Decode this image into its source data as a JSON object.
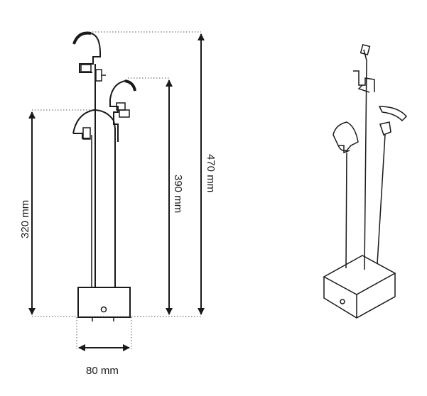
{
  "dimensions": {
    "height_total": "470 mm",
    "height_middle": "390 mm",
    "height_low": "320 mm",
    "base_width": "80 mm"
  }
}
